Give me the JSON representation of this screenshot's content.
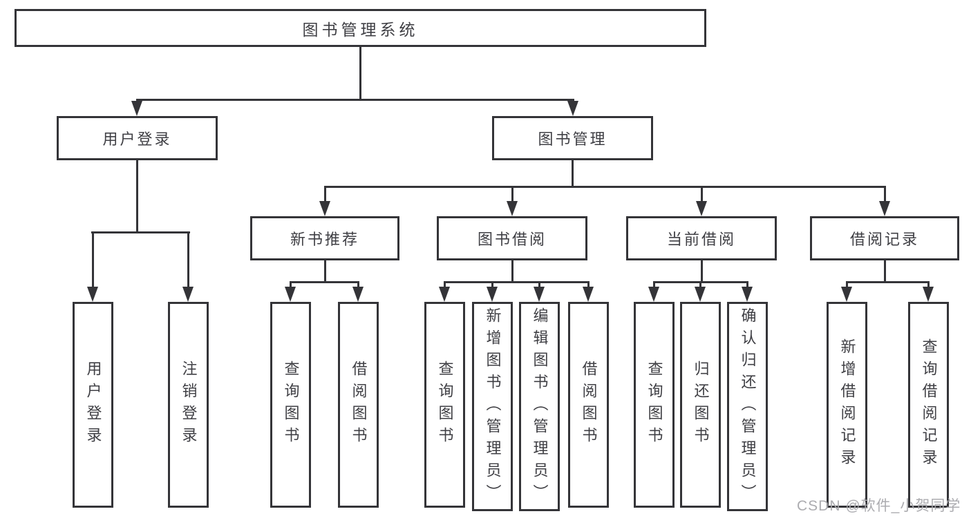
{
  "diagram": {
    "root": {
      "label": "图书管理系统"
    },
    "level2": [
      {
        "label": "用户登录"
      },
      {
        "label": "图书管理"
      }
    ],
    "level3": [
      {
        "label": "新书推荐"
      },
      {
        "label": "图书借阅"
      },
      {
        "label": "当前借阅"
      },
      {
        "label": "借阅记录"
      }
    ],
    "leaves": {
      "user_login": [
        "用户登录",
        "注销登录"
      ],
      "new_book": [
        "查询图书",
        "借阅图书"
      ],
      "book_borrow": [
        "查询图书",
        "新增图书（管理员）",
        "编辑图书（管理员）",
        "借阅图书"
      ],
      "current_borrow": [
        "查询图书",
        "归还图书",
        "确认归还（管理员）"
      ],
      "borrow_record": [
        "新增借阅记录",
        "查询借阅记录"
      ]
    }
  },
  "watermark": {
    "text": "CSDN @软件_小贺同学"
  },
  "colors": {
    "line": "#343438",
    "box_border": "#343438",
    "box_fill": "#ffffff",
    "text": "#3f3f44",
    "watermark": "#a8a8ac",
    "background": "#ffffff"
  }
}
